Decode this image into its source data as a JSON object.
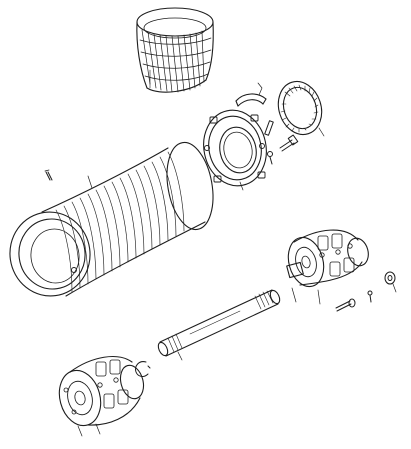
{
  "diagram": {
    "kind": "exploded-parts-drawing",
    "ink_color": "#1e1e1e",
    "paper_color": "#ffffff",
    "parts": [
      "brake-band-drum",
      "snap-ring",
      "spring-pin",
      "thrust-washer",
      "retainer-ring-plate",
      "retaining-pin",
      "cap-screw",
      "ribbed-housing",
      "small-pin",
      "splined-shaft",
      "rear-hub-assembly",
      "bolt",
      "small-pin-b",
      "small-washer",
      "front-hub-assembly",
      "circlip"
    ]
  }
}
